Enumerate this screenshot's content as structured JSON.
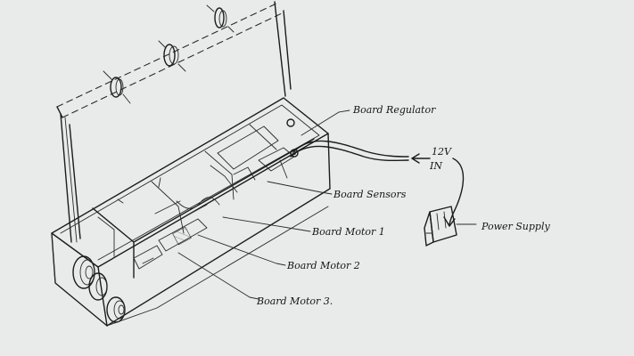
{
  "labels": {
    "board_regulator": "Board Regulator",
    "voltage": "12V",
    "input": "IN",
    "board_sensors": "Board Sensors",
    "board_motor_1": "Board Motor 1",
    "board_motor_2": "Board Motor 2",
    "board_motor_3": "Board Motor 3.",
    "power_supply": "Power Supply"
  },
  "colors": {
    "paper": "#e9ebea",
    "ink": "#1c1c1c"
  }
}
